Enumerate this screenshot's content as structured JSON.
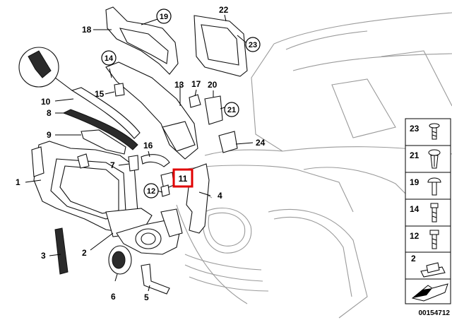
{
  "diagram": {
    "callouts": {
      "c1": "1",
      "c2": "2",
      "c3": "3",
      "c4": "4",
      "c5": "5",
      "c6": "6",
      "c7": "7",
      "c8": "8",
      "c9": "9",
      "c10": "10",
      "c11": "11",
      "c12": "12",
      "c13": "13",
      "c14": "14",
      "c15": "15",
      "c16": "16",
      "c17": "17",
      "c18": "18",
      "c19": "19",
      "c20": "20",
      "c21": "21",
      "c22": "22",
      "c23": "23",
      "c24": "24"
    },
    "highlight": {
      "label": "11",
      "color": "#e00000"
    },
    "legend": [
      {
        "label": "23",
        "icon": "screw-with-washer-icon"
      },
      {
        "label": "21",
        "icon": "expanding-rivet-icon"
      },
      {
        "label": "19",
        "icon": "mushroom-clip-icon"
      },
      {
        "label": "14",
        "icon": "bolt-icon"
      },
      {
        "label": "12",
        "icon": "flange-bolt-icon"
      },
      {
        "label": "2",
        "icon": "spring-nut-icon"
      },
      {
        "label": "",
        "icon": "arrow-wedge-icon"
      }
    ],
    "image_number": "00154712"
  }
}
